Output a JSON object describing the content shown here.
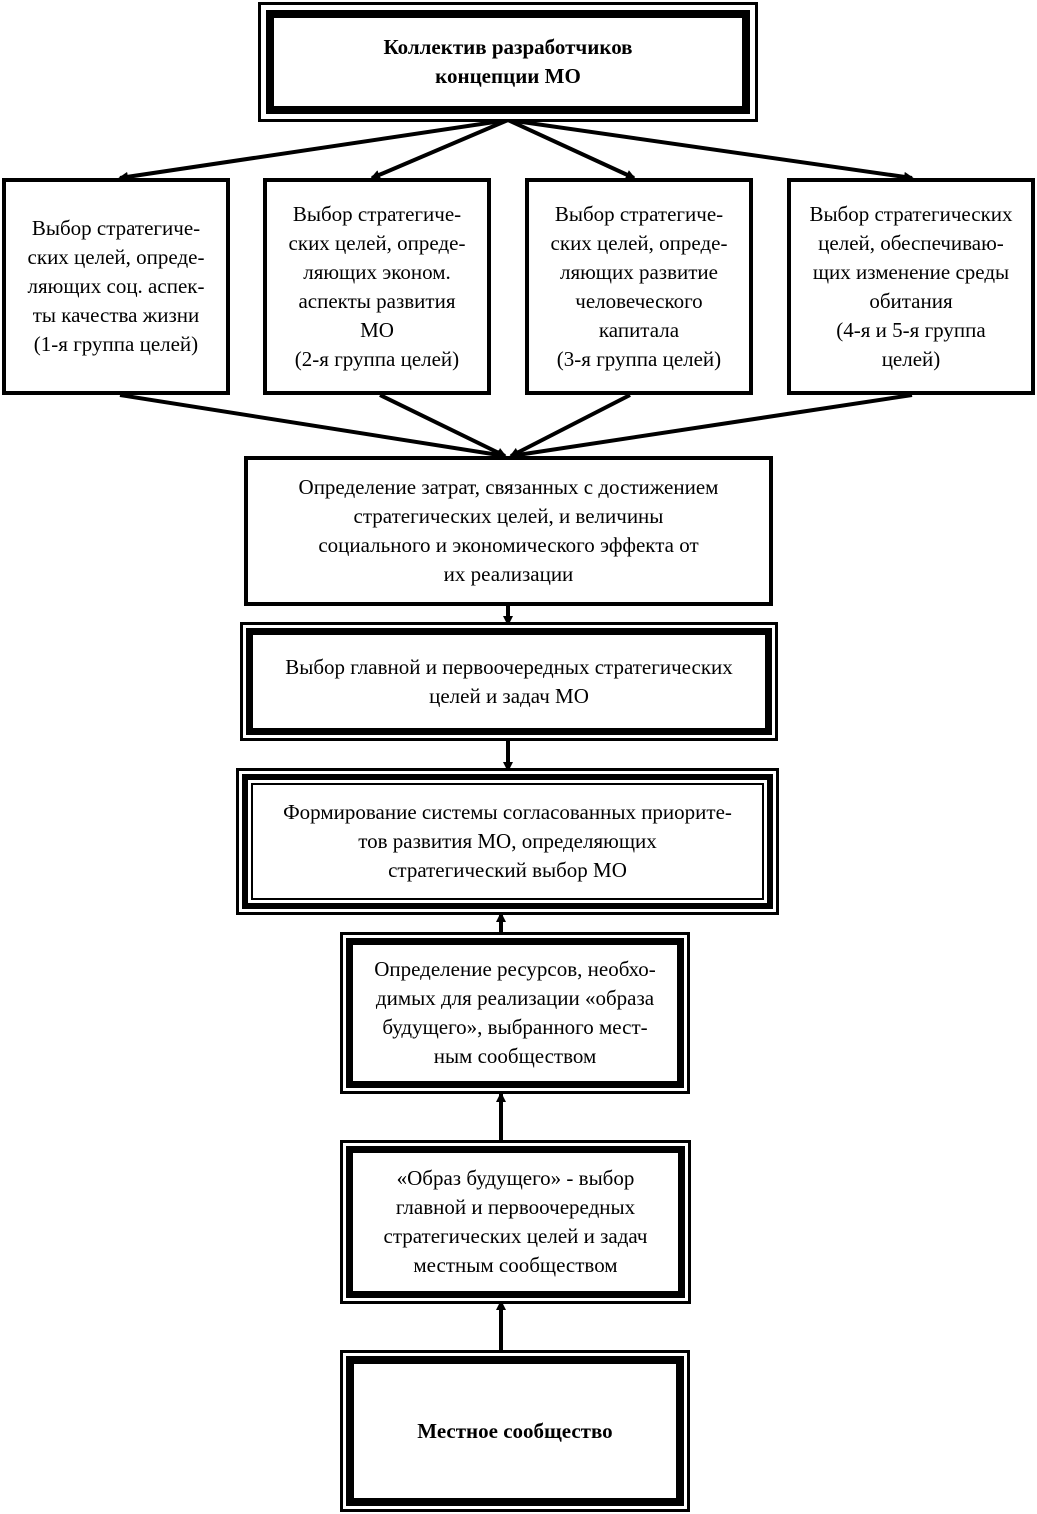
{
  "top": {
    "text": "Коллектив разработчиков\nконцепции МО"
  },
  "groups": [
    {
      "text": "Выбор стратегиче-\nских целей, опреде-\nляющих соц. аспек-\nты качества жизни\n(1-я группа целей)"
    },
    {
      "text": "Выбор стратегиче-\nских целей, опреде-\nляющих эконом.\nаспекты развития\nМО\n(2-я группа целей)"
    },
    {
      "text": "Выбор стратегиче-\nских целей, опреде-\nляющих развитие\nчеловеческого\nкапитала\n(3-я группа целей)"
    },
    {
      "text": "Выбор стратегических\nцелей, обеспечиваю-\nщих изменение среды\nобитания\n(4-я и 5-я группа\nцелей)"
    }
  ],
  "costs": {
    "text": "Определение затрат, связанных с достижением\nстратегических целей, и величины\nсоциального и экономического эффекта от\nих реализации"
  },
  "main_choice": {
    "text": "Выбор  главной и первоочередных стратегических\nцелей и задач МО"
  },
  "priorities": {
    "text": "Формирование системы согласованных приорите-\nтов развития МО, определяющих\nстратегический выбор МО"
  },
  "resources": {
    "text": "Определение ресурсов, необхо-\nдимых для  реализации «образа\nбудущего», выбранного мест-\nным сообществом"
  },
  "image_future": {
    "text": "«Образ будущего» - выбор\nглавной и первоочередных\nстратегических целей и задач\nместным сообществом"
  },
  "community": {
    "text": "Местное сообщество"
  }
}
